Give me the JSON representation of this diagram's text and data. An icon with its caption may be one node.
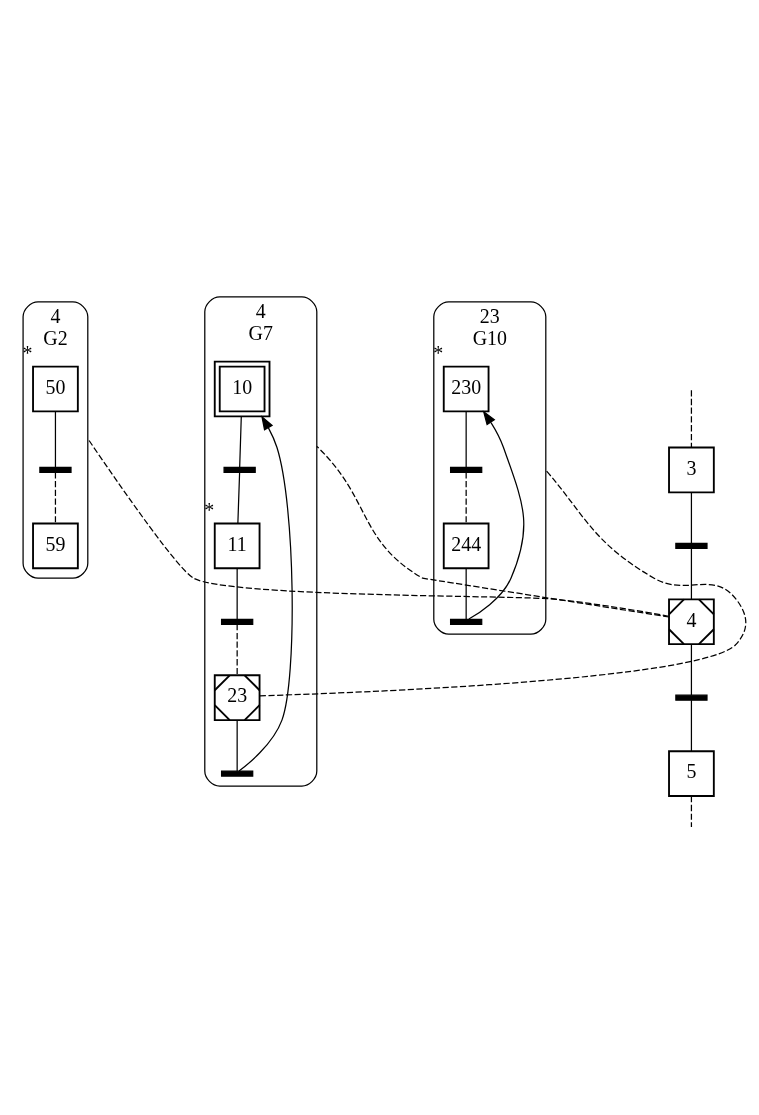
{
  "diagram": {
    "nodes": [
      {
        "text": [
          "3"
        ]
      },
      {
        "text": [],
        "shape": "bar"
      },
      {
        "text": [
          "4"
        ]
      },
      {
        "text": [],
        "shape": "bar"
      },
      {
        "text": [
          "5"
        ]
      },
      {
        "text": [
          "4",
          "G2"
        ]
      },
      {
        "text": [
          "50"
        ],
        "in": 5,
        "beside": [
          "*"
        ]
      },
      {
        "text": [],
        "shape": "bar",
        "in": 5
      },
      {
        "text": [
          "59"
        ],
        "in": 5
      },
      {
        "text": [
          "4",
          "G7"
        ]
      },
      {
        "text": [
          "10"
        ],
        "in": 9
      },
      {
        "text": [],
        "shape": "bar",
        "in": 9
      },
      {
        "text": [
          "11"
        ],
        "in": 9,
        "beside": [
          "*"
        ]
      },
      {
        "text": [],
        "shape": "bar",
        "in": 9
      },
      {
        "text": [
          "23"
        ],
        "in": 9
      },
      {
        "text": [],
        "shape": "bar",
        "in": 9
      },
      {
        "text": [
          "23",
          "G10"
        ]
      },
      {
        "text": [
          "230"
        ],
        "in": 16,
        "beside": [
          "*"
        ]
      },
      {
        "text": [],
        "shape": "bar",
        "in": 16
      },
      {
        "text": [
          "244"
        ],
        "in": 16
      },
      {
        "text": [],
        "shape": "bar",
        "in": 16
      }
    ],
    "edges": [
      {
        "from": null,
        "to": 0,
        "arrow": "none",
        "style": "dashed"
      },
      {
        "from": 0,
        "to": 1,
        "arrow": "none"
      },
      {
        "from": 1,
        "to": 2,
        "arrow": "none"
      },
      {
        "from": 2,
        "to": 3,
        "arrow": "none"
      },
      {
        "from": 3,
        "to": 4,
        "arrow": "none"
      },
      {
        "from": 4,
        "to": null,
        "arrow": "none",
        "style": "dashed"
      },
      {
        "from": 6,
        "to": 7,
        "arrow": "none"
      },
      {
        "from": 7,
        "to": 8,
        "arrow": "none",
        "style": "dashed"
      },
      {
        "from": 10,
        "to": 11,
        "arrow": "none"
      },
      {
        "from": 11,
        "to": 12,
        "arrow": "none"
      },
      {
        "from": 12,
        "to": 13,
        "arrow": "none"
      },
      {
        "from": 13,
        "to": 14,
        "arrow": "none",
        "style": "dashed"
      },
      {
        "from": 14,
        "to": 15,
        "arrow": "none"
      },
      {
        "from": 15,
        "to": 10,
        "arrow": "to"
      },
      {
        "from": 17,
        "to": 18,
        "arrow": "none"
      },
      {
        "from": 18,
        "to": 19,
        "arrow": "none",
        "style": "dashed"
      },
      {
        "from": 19,
        "to": 20,
        "arrow": "none"
      },
      {
        "from": 20,
        "to": 17,
        "arrow": "to"
      },
      {
        "from": 2,
        "to": 5,
        "arrow": "none",
        "style": "dashed"
      },
      {
        "from": 2,
        "to": 9,
        "arrow": "none",
        "style": "dashed"
      },
      {
        "from": 14,
        "to": 16,
        "arrow": "none",
        "style": "dashed"
      }
    ]
  }
}
